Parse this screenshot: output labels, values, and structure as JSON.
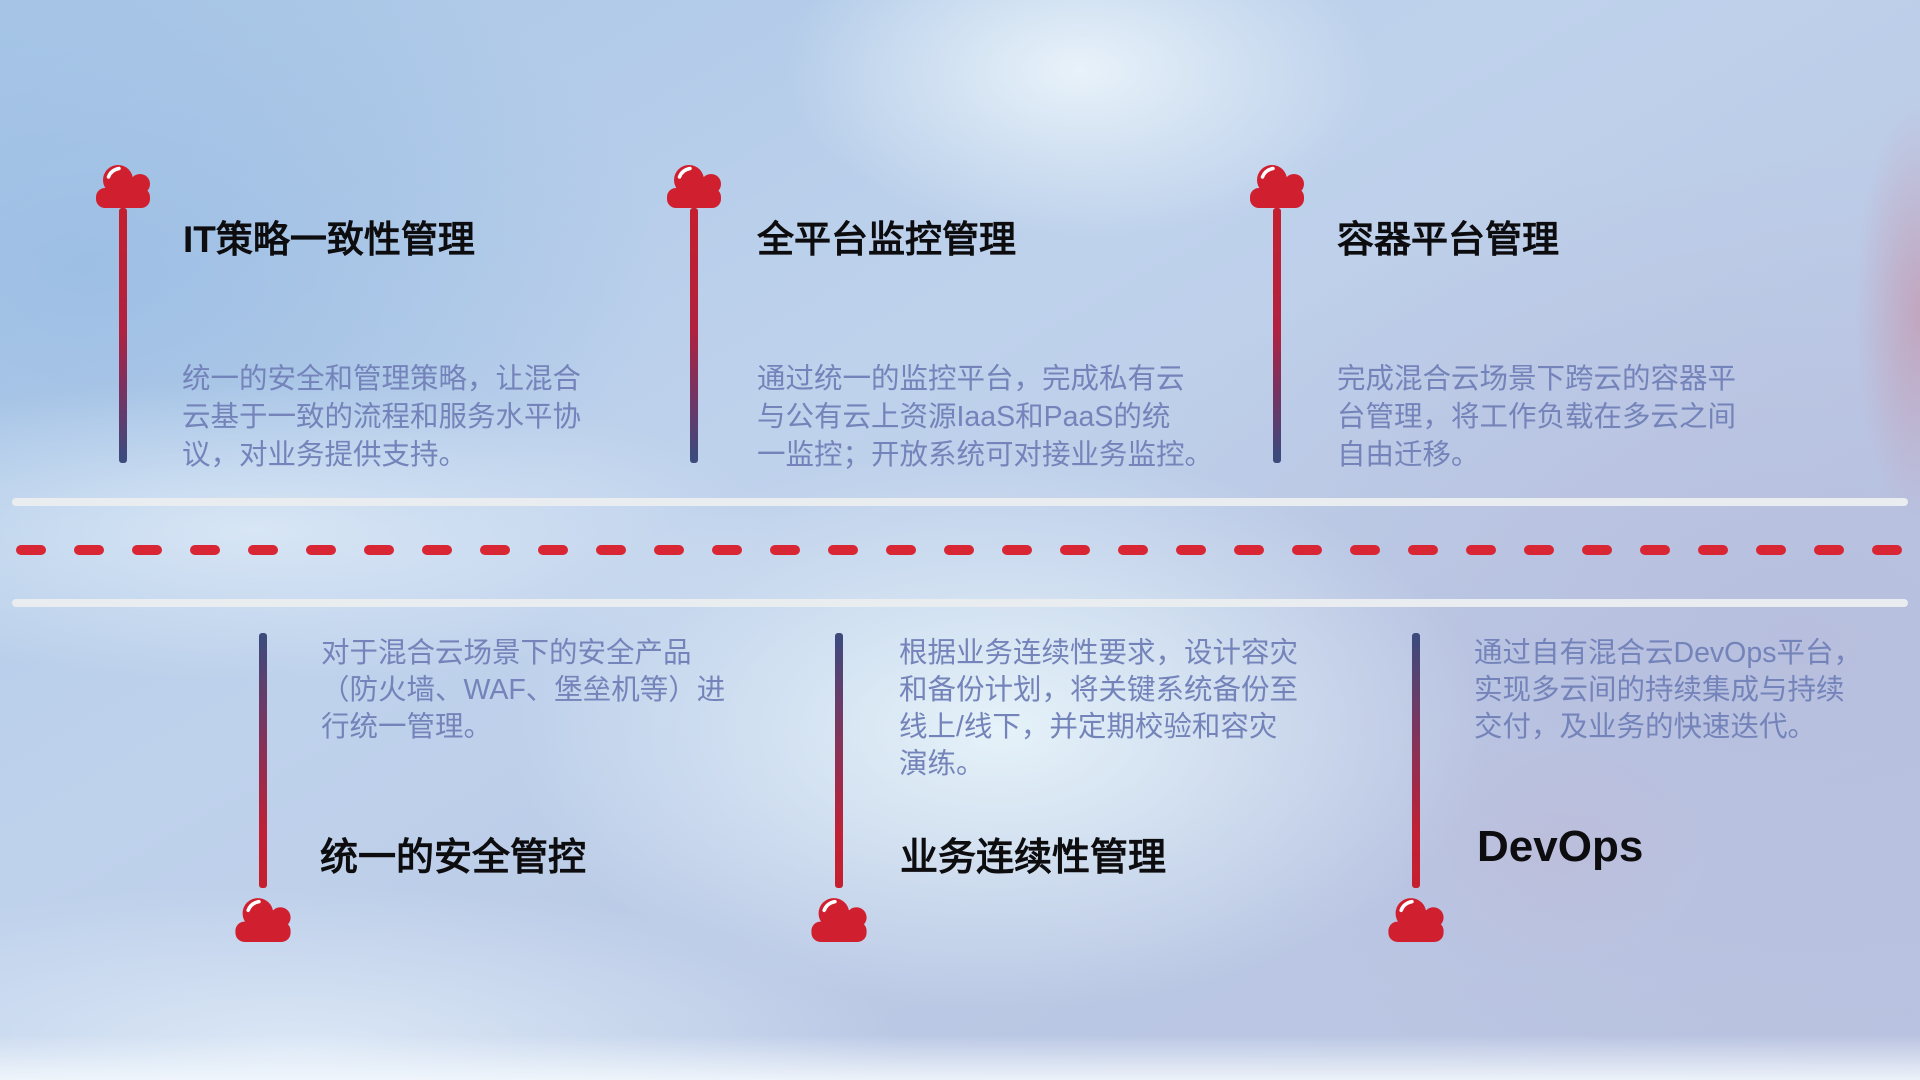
{
  "diagram": {
    "top_items": [
      {
        "title": "IT策略一致性管理",
        "description": "统一的安全和管理策略，让混合\n云基于一致的流程和服务水平协\n议，对业务提供支持。"
      },
      {
        "title": "全平台监控管理",
        "description": "通过统一的监控平台，完成私有云\n与公有云上资源IaaS和PaaS的统\n一监控；开放系统可对接业务监控。"
      },
      {
        "title": "容器平台管理",
        "description": "完成混合云场景下跨云的容器平\n台管理，将工作负载在多云之间\n自由迁移。"
      }
    ],
    "bottom_items": [
      {
        "title": "统一的安全管控",
        "description": "对于混合云场景下的安全产品\n（防火墙、WAF、堡垒机等）进\n行统一管理。"
      },
      {
        "title": "业务连续性管理",
        "description": "根据业务连续性要求，设计容灾\n和备份计划，将关键系统备份至\n线上/线下，并定期校验和容灾\n演练。"
      },
      {
        "title": "DevOps",
        "description": "通过自有混合云DevOps平台，\n实现多云间的持续集成与持续\n交付，及业务的快速迭代。"
      }
    ],
    "colors": {
      "cloud_red": "#d02030",
      "dash_red": "#d92634",
      "line_red": "#c51f2e",
      "line_blue": "#3e4a7c",
      "title_color": "#0d0d10",
      "description_color": "#7483b9",
      "road_line": "#eaedf0"
    }
  }
}
